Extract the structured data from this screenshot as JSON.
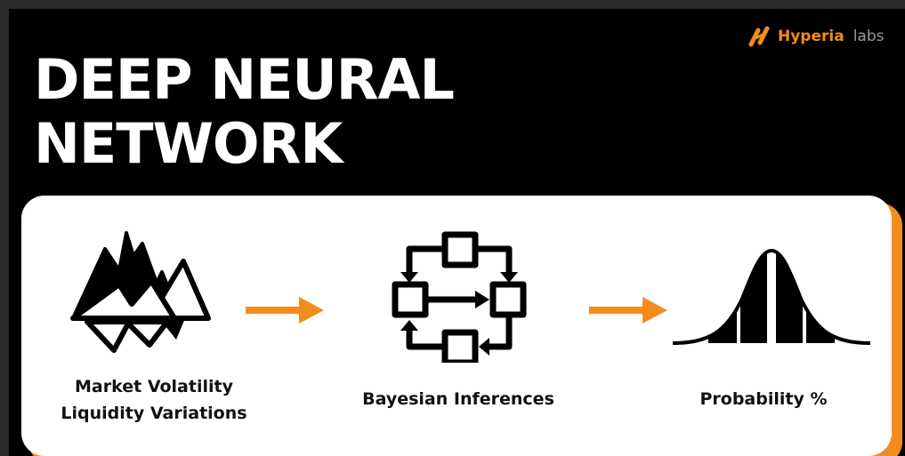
{
  "brand": {
    "name": "Hyperia",
    "suffix": "labs",
    "accent_color": "#f28c1c"
  },
  "title": {
    "line1": "DEEP NEURAL",
    "line2": "NETWORK"
  },
  "steps": [
    {
      "lines": [
        "Market Volatility",
        "Liquidity Variations"
      ],
      "icon": "mountains-icon"
    },
    {
      "lines": [
        "Bayesian Inferences"
      ],
      "icon": "process-flow-icon"
    },
    {
      "lines": [
        "Probability %"
      ],
      "icon": "bell-curve-icon"
    }
  ],
  "arrows": [
    "arrow-right-icon",
    "arrow-right-icon"
  ]
}
